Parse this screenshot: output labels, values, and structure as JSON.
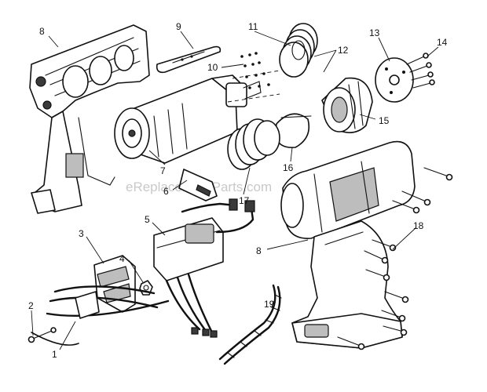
{
  "watermark": "eReplacementParts.com",
  "callouts": {
    "c1": "1",
    "c2": "2",
    "c3": "3",
    "c4": "4",
    "c5": "5",
    "c6": "6",
    "c7": "7",
    "c8a": "8",
    "c8b": "8",
    "c9": "9",
    "c10": "10",
    "c11": "11",
    "c12": "12",
    "c13": "13",
    "c14": "14",
    "c15": "15",
    "c16": "16",
    "c17": "17",
    "c18": "18",
    "c19": "19"
  }
}
